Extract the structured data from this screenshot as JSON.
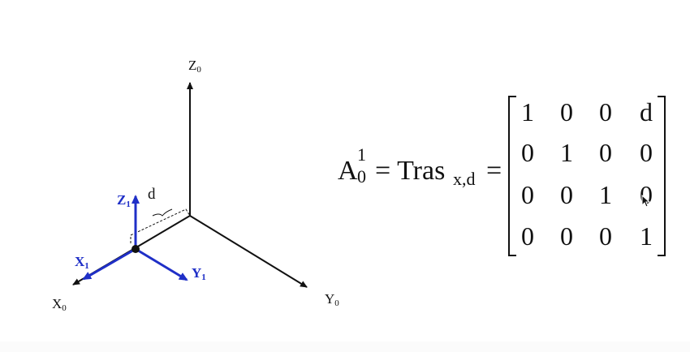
{
  "axes": {
    "z0": "Z",
    "z0_sub": "0",
    "x0": "X",
    "x0_sub": "0",
    "y0": "Y",
    "y0_sub": "0",
    "z1": "Z",
    "z1_sub": "1",
    "x1": "X",
    "x1_sub": "1",
    "y1": "Y",
    "y1_sub": "1",
    "offset": "d"
  },
  "equation": {
    "lhs_base": "A",
    "lhs_sup": "1",
    "lhs_sub": "0",
    "equals": "=",
    "op": "Tras",
    "op_sub": "x,d",
    "matrix": [
      [
        "1",
        "0",
        "0",
        "d"
      ],
      [
        "0",
        "1",
        "0",
        "0"
      ],
      [
        "0",
        "0",
        "1",
        "0"
      ],
      [
        "0",
        "0",
        "0",
        "1"
      ]
    ]
  },
  "colors": {
    "base_frame": "#111111",
    "moved_frame": "#1f2fc7"
  }
}
